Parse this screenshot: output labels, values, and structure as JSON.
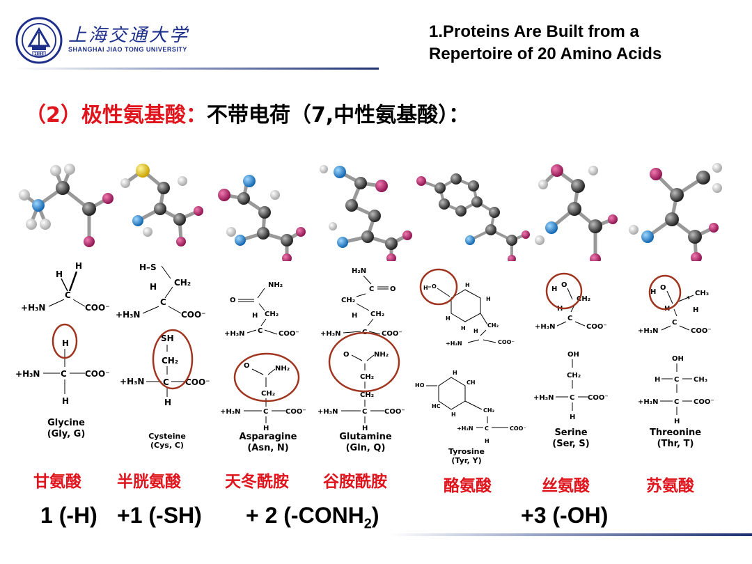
{
  "logo": {
    "cn_name": "上海交通大学",
    "en_name": "SHANGHAI JIAO TONG UNIVERSITY",
    "year": "1896"
  },
  "title_line1": "1.Proteins Are Built from a",
  "title_line2": "Repertoire of 20 Amino Acids",
  "subtitle": {
    "part1": "（2）极性氨基酸：",
    "part2": "不带电荷（7,中性氨基酸）："
  },
  "amino_acids": [
    {
      "name": "Glycine",
      "abbr": "(Gly, G)",
      "cn": "甘氨酸",
      "side": "H"
    },
    {
      "name": "Cysteine",
      "abbr": "(Cys, C)",
      "cn": "半胱氨酸",
      "side": "SH"
    },
    {
      "name": "Asparagine",
      "abbr": "(Asn, N)",
      "cn": "天冬酰胺",
      "side": "CONH2"
    },
    {
      "name": "Glutamine",
      "abbr": "(Gln, Q)",
      "cn": "谷胺酰胺",
      "side": "CONH2"
    },
    {
      "name": "Tyrosine",
      "abbr": "(Tyr, Y)",
      "cn": "酪氨酸",
      "side": "OH"
    },
    {
      "name": "Serine",
      "abbr": "(Ser, S)",
      "cn": "丝氨酸",
      "side": "OH"
    },
    {
      "name": "Threonine",
      "abbr": "(Thr, T)",
      "cn": "苏氨酸",
      "side": "OH"
    }
  ],
  "labels": {
    "h3n": "H₃N",
    "coo": "COO⁻",
    "plus": "+",
    "c": "C",
    "h": "H",
    "ch2": "CH₂",
    "ch3": "CH₃",
    "oh": "OH",
    "sh": "SH",
    "o": "O",
    "nh2": "NH₂",
    "hs": "H–S",
    "h2n": "H₂N",
    "ho": "HO",
    "hc": "HC",
    "ch": "CH",
    "star": "*"
  },
  "counts": {
    "n1": "1 (-H)",
    "n2": "+1 (-SH)",
    "n3_pre": "+ 2 (-CONH",
    "n3_sub": "2",
    "n3_post": ")",
    "n4": "+3 (-OH)"
  },
  "colors": {
    "red": "#e0141c",
    "navy": "#1d2f8a",
    "circle": "#a0351f",
    "oxygen": "#b0226a",
    "nitrogen": "#2a8fd8",
    "sulfur": "#f2d21c",
    "carbon": "#3a3a3a",
    "hydrogen": "#e8e8e8"
  }
}
